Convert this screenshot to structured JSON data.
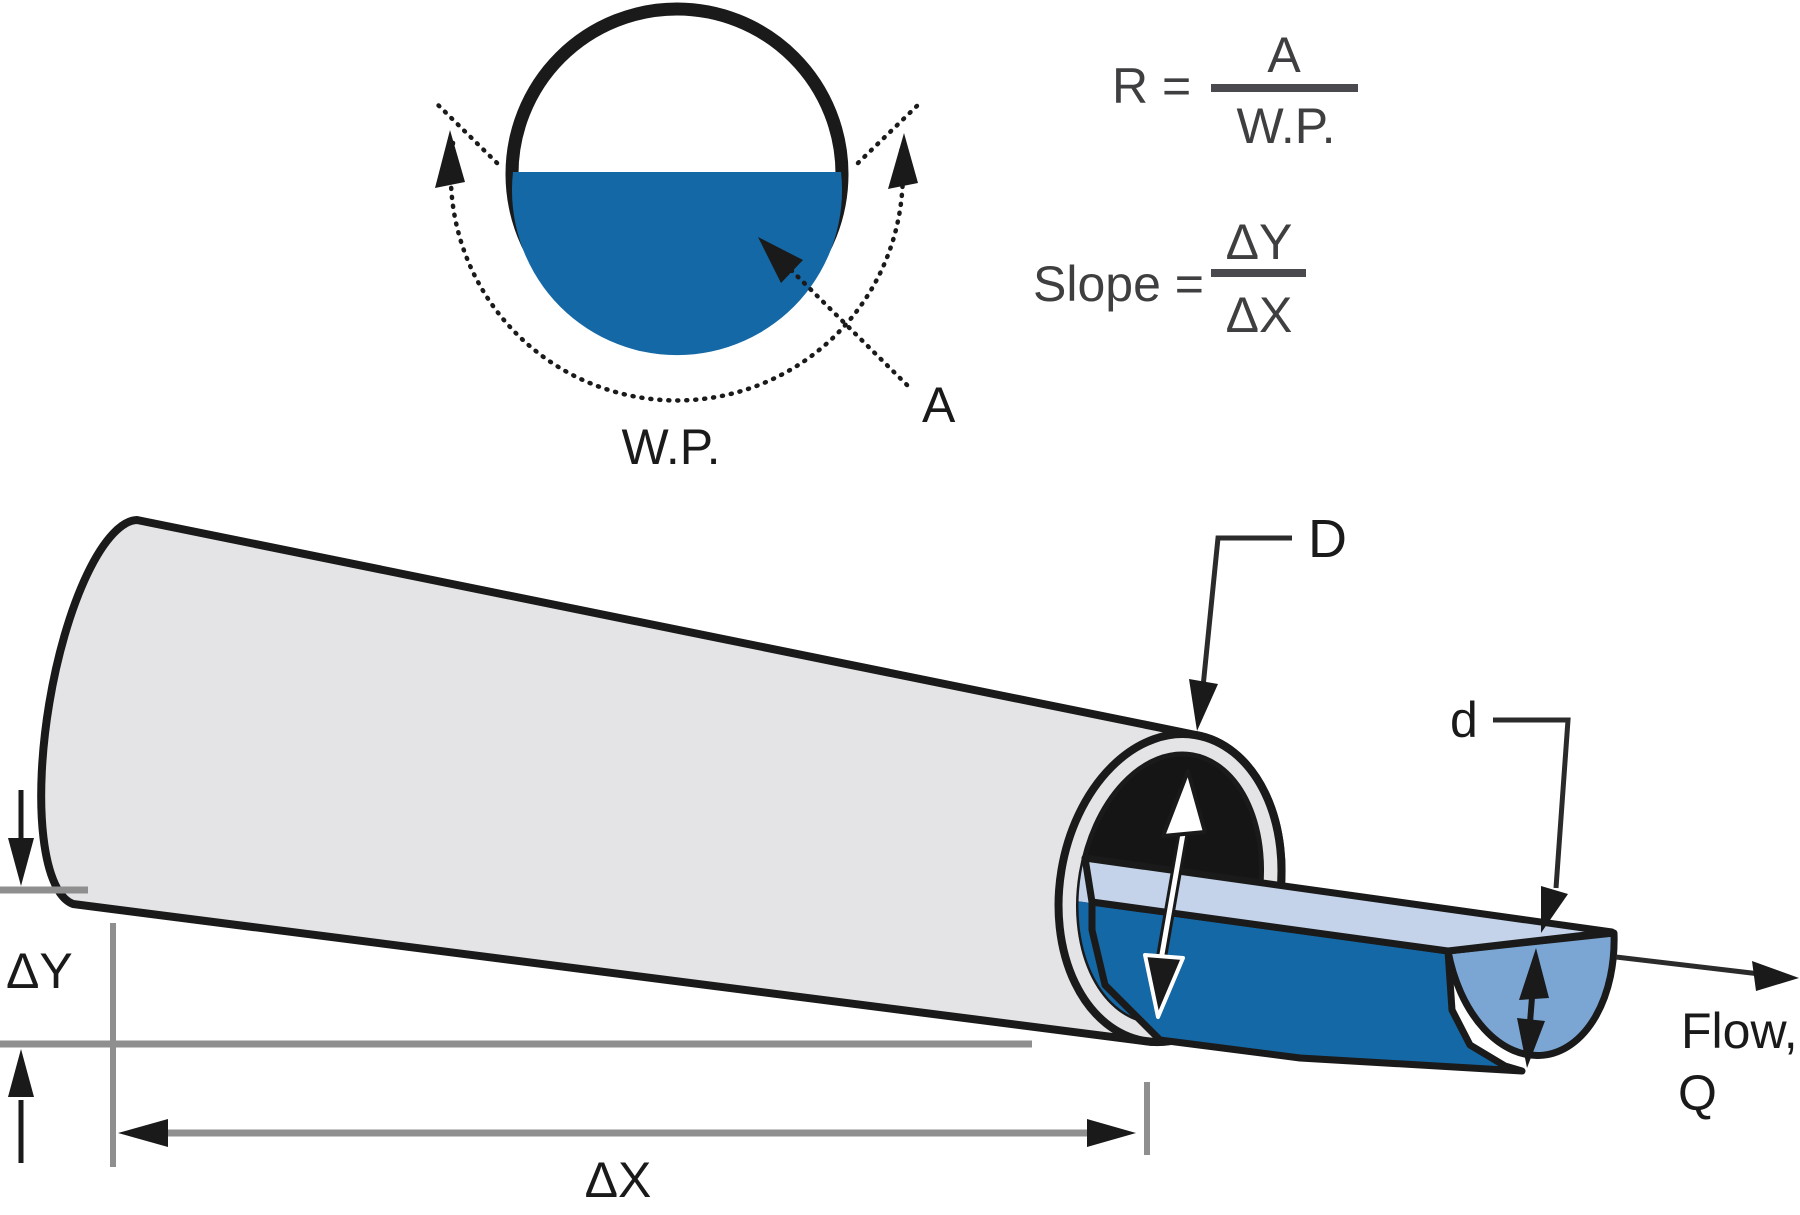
{
  "diagram": {
    "title_semantic": "hydraulic radius and slope of partially filled pipe",
    "cross_section": {
      "wetted_perimeter_label": "W.P.",
      "area_label": "A"
    },
    "formulas": {
      "hydraulic_radius": {
        "lhs": "R =",
        "numerator": "A",
        "denominator": "W.P."
      },
      "slope": {
        "lhs": "Slope =",
        "numerator": "ΔY",
        "denominator": "ΔX"
      }
    },
    "pipe": {
      "diameter_label": "D",
      "depth_label": "d",
      "flow_label_line1": "Flow,",
      "flow_label_line2": "Q",
      "delta_y_label": "ΔY",
      "delta_x_label": "ΔX"
    },
    "colors": {
      "water_dark": "#1568a6",
      "water_surface": "#c4d3ea",
      "water_end_face": "#7ba6d4",
      "pipe_gray": "#e4e4e6",
      "pipe_interior": "#151515",
      "outline": "#1a1a1a",
      "dimension_gray": "#8f8f8f",
      "formula_bar": "#4a4a4e"
    }
  }
}
